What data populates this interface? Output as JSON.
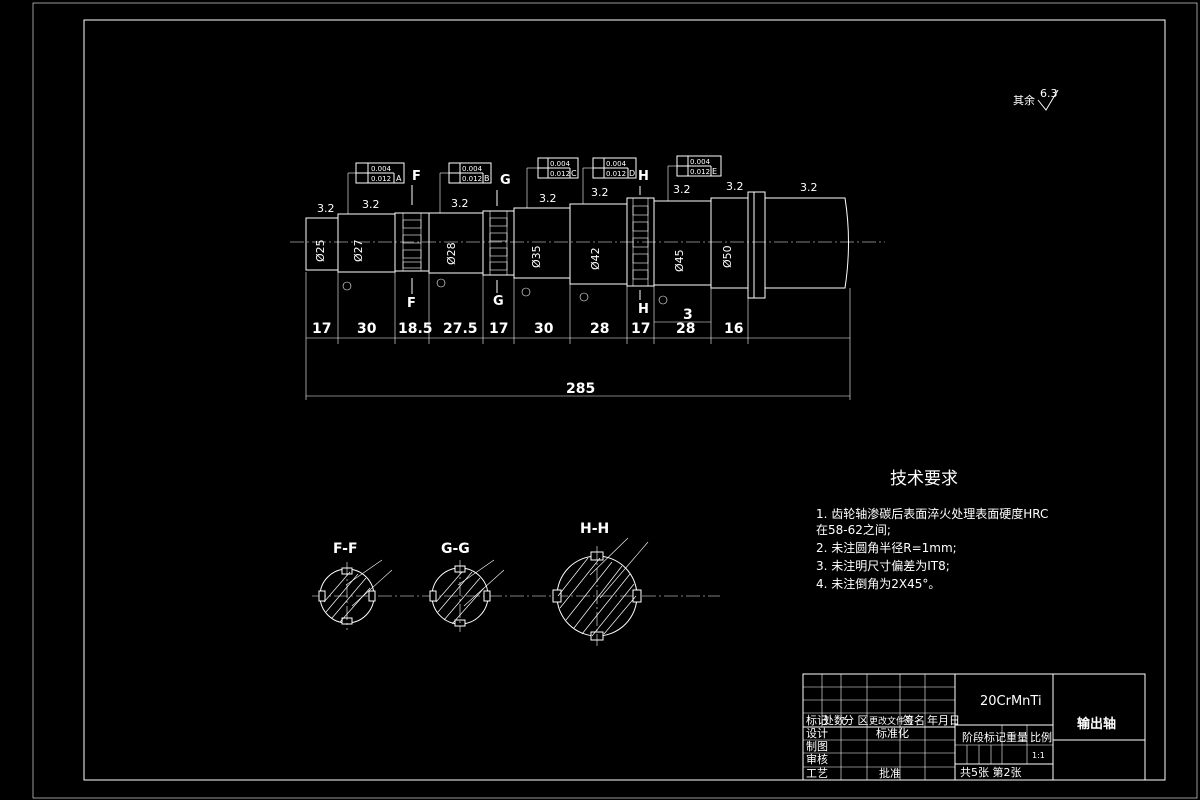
{
  "roughness_default": "其余",
  "roughness_default_value": "6.3",
  "shaft_section_diameters": [
    "Ø25",
    "Ø27",
    "",
    "Ø28",
    "",
    "Ø35",
    "Ø42",
    "",
    "Ø45",
    "Ø50",
    ""
  ],
  "dimensions_chain": [
    "17",
    "30",
    "18.5",
    "27.5",
    "17",
    "30",
    "28",
    "17",
    "28",
    "16"
  ],
  "dimension_3": "3",
  "overall_length": "285",
  "roughness_marks": [
    "3.2",
    "3.2",
    "3.2",
    "3.2",
    "3.2",
    "3.2",
    "3.2",
    "3.2"
  ],
  "section_letters": {
    "f": "F",
    "g": "G",
    "h": "H"
  },
  "tolerance_frames": [
    {
      "runout": "0.004",
      "sym": "0.012",
      "datum": "A"
    },
    {
      "runout": "0.004",
      "sym": "0.012",
      "datum": "B"
    },
    {
      "runout": "0.004",
      "sym": "0.012",
      "datum": "C"
    },
    {
      "runout": "0.004",
      "sym": "0.012",
      "datum": "D"
    },
    {
      "runout": "0.004",
      "sym": "0.012",
      "datum": "E"
    }
  ],
  "section_views": [
    {
      "title": "F-F"
    },
    {
      "title": "G-G"
    },
    {
      "title": "H-H"
    }
  ],
  "tech_requirements": {
    "heading": "技术要求",
    "items": [
      "1. 齿轮轴渗碳后表面淬火处理表面硬度HRC",
      "在58-62之间;",
      "2. 未注圆角半径R=1mm;",
      "3. 未注明尺寸偏差为IT8;",
      "4. 未注倒角为2X45°。"
    ]
  },
  "title_block": {
    "material": "20CrMnTi",
    "part_name": "输出轴",
    "header_labels": [
      "标记",
      "处数",
      "分 区",
      "更改文件号",
      "签名",
      "年月日"
    ],
    "row_design": "设计",
    "row_standard": "标准化",
    "row_draw": "制图",
    "row_check": "审核",
    "row_process": "工艺",
    "row_approve": "批准",
    "stage_label": "阶段标记",
    "weight_label": "重量",
    "scale_label": "比例",
    "scale_value": "1:1",
    "sheet_info": "共5张 第2张"
  }
}
